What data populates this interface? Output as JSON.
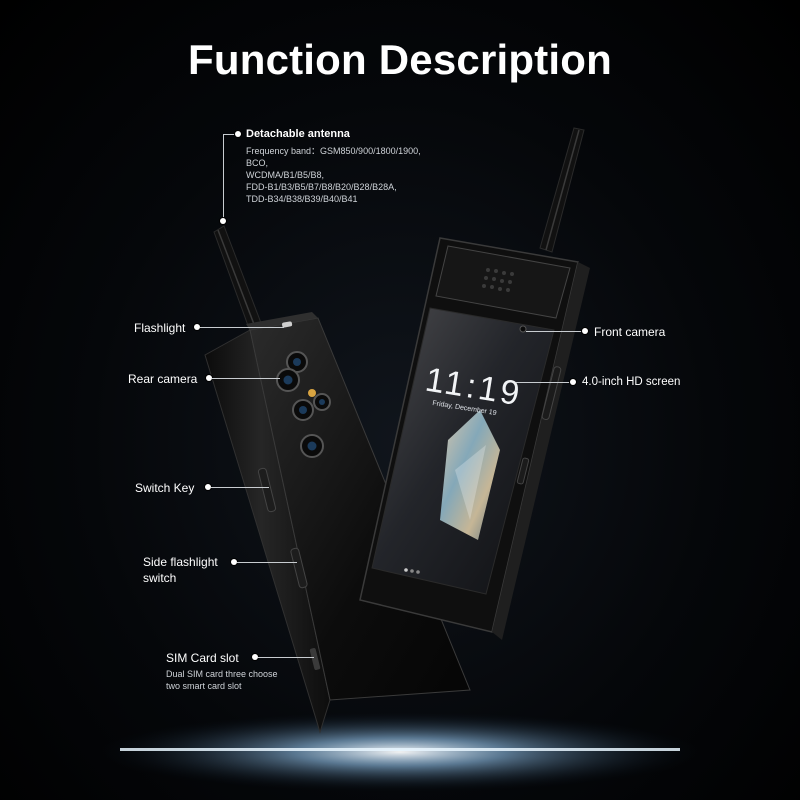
{
  "title": "Function Description",
  "phone_screen": {
    "clock": "11:19",
    "date": "Friday, December 19"
  },
  "callouts": {
    "antenna": {
      "label": "Detachable antenna",
      "details": [
        "Frequency band：GSM850/900/1800/1900,",
        "BCO,",
        "WCDMA/B1/B5/B8,",
        "FDD-B1/B3/B5/B7/B8/B20/B28/B28A,",
        "TDD-B34/B38/B39/B40/B41"
      ]
    },
    "flashlight": {
      "label": "Flashlight"
    },
    "rear_camera": {
      "label": "Rear camera"
    },
    "switch_key": {
      "label": "Switch Key"
    },
    "side_flashlight": {
      "label_line1": "Side flashlight",
      "label_line2": "switch"
    },
    "sim_slot": {
      "label": "SIM Card slot",
      "details": [
        "Dual SIM card three choose",
        "two smart card slot"
      ]
    },
    "front_camera": {
      "label": "Front camera"
    },
    "screen": {
      "label": "4.0-inch HD screen"
    }
  },
  "colors": {
    "background": "#000000",
    "text": "#ffffff",
    "subtext": "#cfd3d8",
    "leader_line": "#c8ccd0",
    "phone_body": "#141414"
  }
}
